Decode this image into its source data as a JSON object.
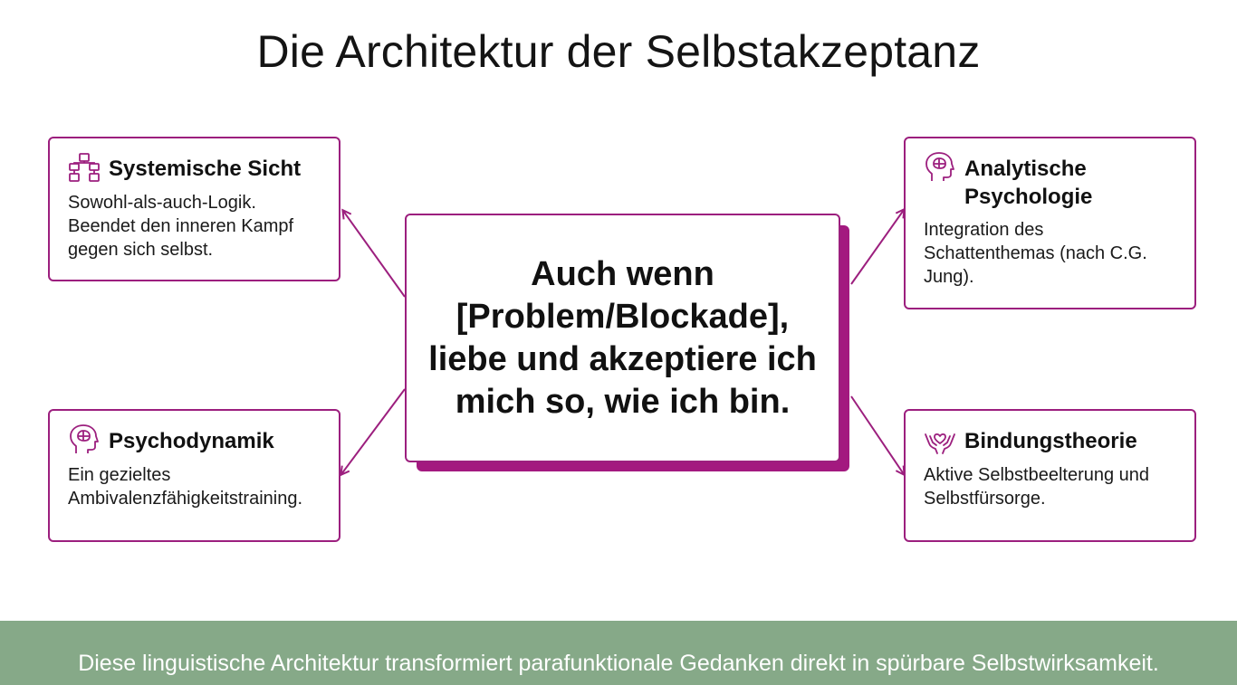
{
  "title": "Die Architektur der Selbstakzeptanz",
  "center": {
    "text": "Auch wenn [Problem/Blockade], liebe und akzeptiere ich mich so, wie ich bin."
  },
  "cards": {
    "systemische": {
      "icon": "hierarchy-icon",
      "title": "Systemische Sicht",
      "body": "Sowohl-als-auch-Logik. Beendet den inneren Kampf gegen sich selbst."
    },
    "analytische": {
      "icon": "brain-head-icon",
      "title": "Analytische Psychologie",
      "body": "Integration des Schattenthemas (nach C.G. Jung)."
    },
    "psychodynamik": {
      "icon": "brain-head-icon",
      "title": "Psychodynamik",
      "body": "Ein gezieltes Ambivalenzfähigkeitstraining."
    },
    "bindung": {
      "icon": "hands-heart-icon",
      "title": "Bindungstheorie",
      "body": "Aktive Selbstbeelterung und Selbstfürsorge."
    }
  },
  "footer": {
    "text": "Diese linguistische Architektur transformiert parafunktionale Gedanken direkt in spürbare Selbstwirksamkeit."
  },
  "colors": {
    "accent": "#9c1f7e",
    "footer_bg": "#86a988",
    "footer_text": "#ffffff"
  }
}
